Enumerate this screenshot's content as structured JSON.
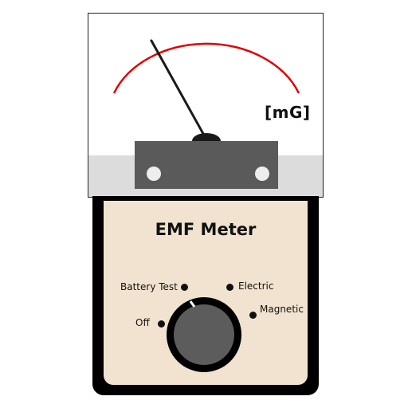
{
  "meter": {
    "unit_label": "[mG]",
    "needle_level": 0.22
  },
  "panel": {
    "title": "EMF Meter",
    "selector": {
      "options": [
        {
          "key": "off",
          "label": "Off"
        },
        {
          "key": "battery_test",
          "label": "Battery Test"
        },
        {
          "key": "electric",
          "label": "Electric"
        },
        {
          "key": "magnetic",
          "label": "Magnetic"
        }
      ],
      "selected": "battery_test"
    }
  },
  "colors": {
    "scale_arc": "#e00000",
    "panel_bg": "#f1e3cf",
    "face_band": "#dcdcdc",
    "mount_plate": "#5a5a5a",
    "knob": "#5c5c5c"
  }
}
